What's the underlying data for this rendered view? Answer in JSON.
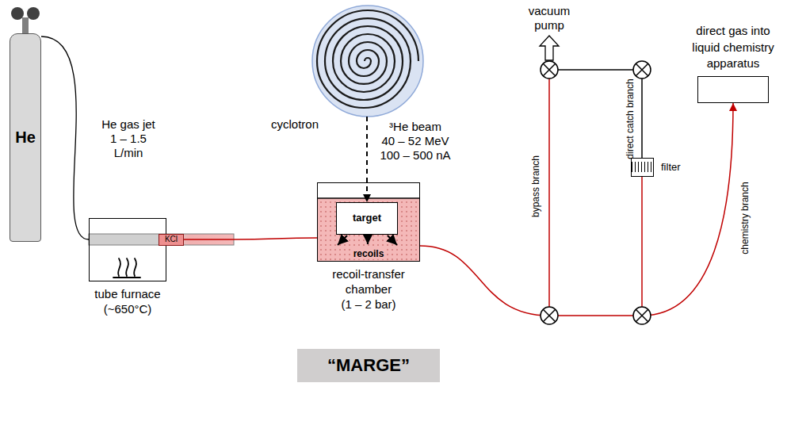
{
  "diagram": {
    "nodes": [
      {
        "text": [
          "He"
        ]
      },
      {
        "text": [
          "tube furnace (~650°C)"
        ]
      },
      {
        "text": [
          "KCl"
        ],
        "in": 1
      },
      {
        "text": [
          "cyclotron"
        ]
      },
      {
        "text": [
          "recoil-transfer chamber",
          "(1 – 2 bar)"
        ]
      },
      {
        "text": [
          "target"
        ],
        "in": 4
      },
      {
        "text": [
          "filter"
        ]
      },
      {
        "text": [
          "direct gas into liquid chemistry apparatus"
        ]
      },
      {
        "text": [
          "“MARGE”"
        ]
      }
    ],
    "edges": [
      {
        "from": 0,
        "to": 1,
        "arrow": "none"
      },
      {
        "from": 1,
        "to": 4,
        "arrow": "none"
      },
      {
        "from": 3,
        "to": 5,
        "arrow": "to"
      },
      {
        "from": 4,
        "to": 7,
        "arrow": "to"
      }
    ],
    "labels": [
      "He gas jet",
      "1 – 1.5",
      "L/min",
      "³He beam",
      "40 – 52 MeV",
      "100 – 500 nA",
      "recoils",
      "vacuum pump",
      "bypass branch",
      "direct catch branch",
      "chemistry branch"
    ]
  }
}
